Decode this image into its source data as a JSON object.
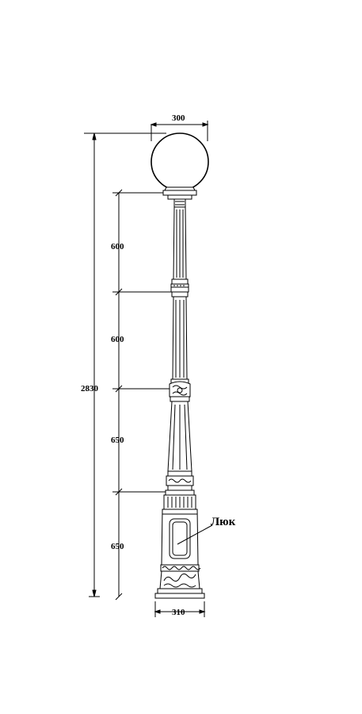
{
  "dimensions": {
    "globe_diameter": "300",
    "total_height": "2830",
    "section_top": "600",
    "section_upper": "600",
    "section_lower": "650",
    "section_base": "650",
    "base_width": "310"
  },
  "labels": {
    "hatch": "Люк"
  }
}
